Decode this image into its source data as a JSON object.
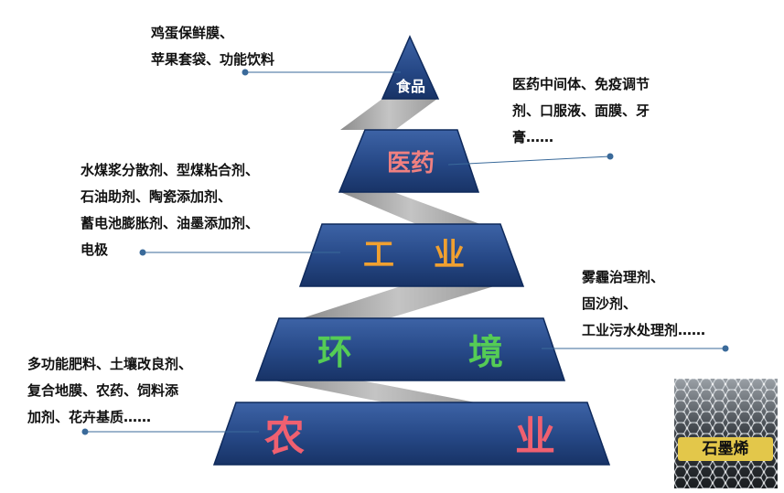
{
  "pyramid": {
    "food": {
      "label": "食品",
      "color": "#ffffff"
    },
    "medicine": {
      "label": "医药",
      "color": "#f08080"
    },
    "industry": {
      "label_left": "工",
      "label_right": "业",
      "color": "#f0a030"
    },
    "environment": {
      "label_left": "环",
      "label_right": "境",
      "color": "#55cc55"
    },
    "agriculture": {
      "label_left": "农",
      "label_right": "业",
      "color": "#f06070"
    }
  },
  "annotations": {
    "food": [
      "鸡蛋保鲜膜、",
      "苹果套袋、功能饮料"
    ],
    "medicine": [
      "医药中间体、免疫调节",
      "剂、口服液、面膜、牙",
      "膏……"
    ],
    "industry": [
      "水煤浆分散剂、型煤粘合剂、",
      "石油助剂、陶瓷添加剂、",
      "蓄电池膨胀剂、油墨添加剂、",
      "电极"
    ],
    "environment": [
      "雾霾治理剂、",
      "固沙剂、",
      "工业污水处理剂……"
    ],
    "agriculture": [
      "多功能肥料、土壤改良剂、",
      "复合地膜、农药、饲料添",
      "加剂、花卉基质……"
    ]
  },
  "graphene": {
    "label": "石墨烯"
  },
  "colors": {
    "tier_fill": "#2a4a86",
    "tier_edge": "#0f2a5c",
    "ribbon": "#a8a8a8",
    "leader": "#3a6a9a"
  }
}
